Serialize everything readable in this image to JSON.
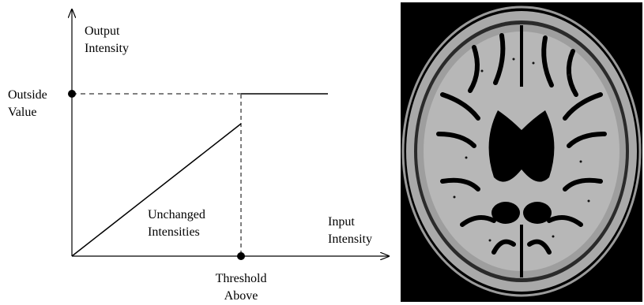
{
  "diagram": {
    "y_axis_label": "Output\nIntensity",
    "x_axis_label": "Input\nIntensity",
    "outside_value_label": "Outside\nValue",
    "unchanged_label": "Unchanged\nIntensities",
    "threshold_label": "Threshold\nAbove"
  },
  "image_panel": {
    "subject": "axial brain MRI slice after thresholding (binary-like gray/black)",
    "background_color": "#000000",
    "tissue_color": "#b4b4b4"
  }
}
